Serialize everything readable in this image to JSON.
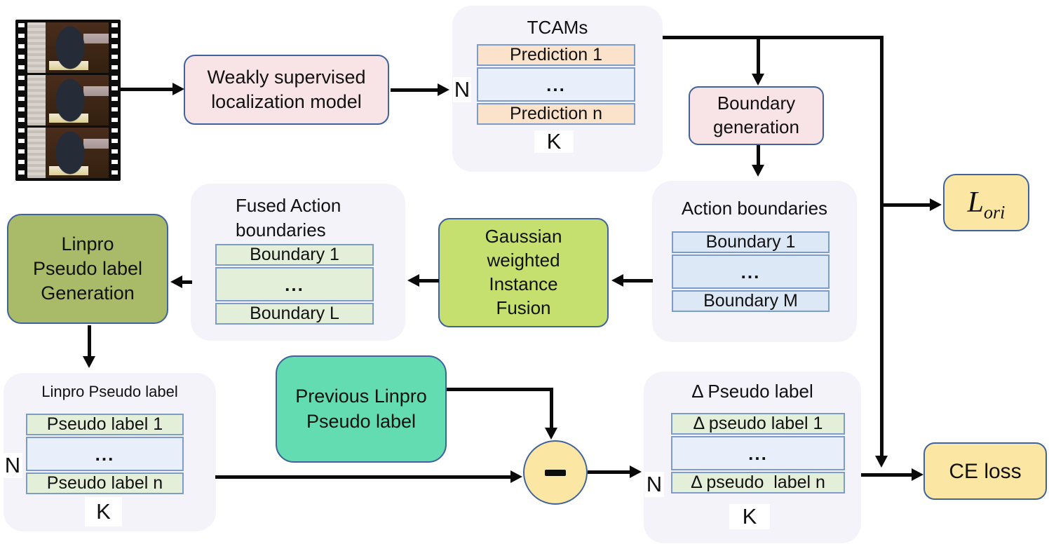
{
  "palette": {
    "panel_bg": "#f4f3fa",
    "cell_border": "#7e9cc9",
    "cell_peach": "#fbe3cb",
    "cell_blue": "#e9effa",
    "cell_blue_deep": "#dde8f6",
    "cell_green": "#e3efd9",
    "box_pink": "#f8e3e7",
    "box_lime": "#c5e06f",
    "box_olive": "#a9ba68",
    "box_teal": "#62dcb0",
    "box_yellow": "#fbe6a4",
    "box_border": "#41639c",
    "arrow": "#0a0a0a"
  },
  "icons": {
    "minus_icon": "horizontal-minus-bar",
    "film_strip_icon": "video-frames-strip"
  },
  "nodes": {
    "weakly_supervised": {
      "line1": "Weakly supervised",
      "line2": "localization model"
    },
    "boundary_generation": {
      "line1": "Boundary",
      "line2": "generation"
    },
    "gaussian_fusion": {
      "line1": "Gaussian",
      "line2": "weighted",
      "line3": "Instance",
      "line4": "Fusion"
    },
    "linpro_generation": {
      "line1": "Linpro",
      "line2": "Pseudo label",
      "line3": "Generation"
    },
    "previous_linpro": {
      "line1": "Previous Linpro",
      "line2": "Pseudo label"
    },
    "l_ori": {
      "base": "L",
      "sub": "ori"
    },
    "ce_loss": {
      "label": "CE loss"
    }
  },
  "panels": {
    "tcams": {
      "title": "TCAMs",
      "rows": [
        "Prediction 1",
        "...",
        "Prediction n"
      ],
      "n": "N",
      "k": "K"
    },
    "action_boundaries": {
      "title": "Action boundaries",
      "rows": [
        "Boundary 1",
        "...",
        "Boundary M"
      ]
    },
    "fused_boundaries": {
      "title_line1": "Fused Action",
      "title_line2": "boundaries",
      "rows": [
        "Boundary 1",
        "...",
        "Boundary L"
      ]
    },
    "linpro_pseudo_label": {
      "title": "Linpro Pseudo label",
      "rows": [
        "Pseudo label 1",
        "...",
        "Pseudo label n"
      ],
      "n": "N",
      "k": "K"
    },
    "delta_pseudo_label": {
      "title": "Δ Pseudo label",
      "rows": [
        "Δ pseudo label 1",
        "...",
        "Δ pseudo  label n"
      ],
      "n": "N",
      "k": "K"
    }
  }
}
